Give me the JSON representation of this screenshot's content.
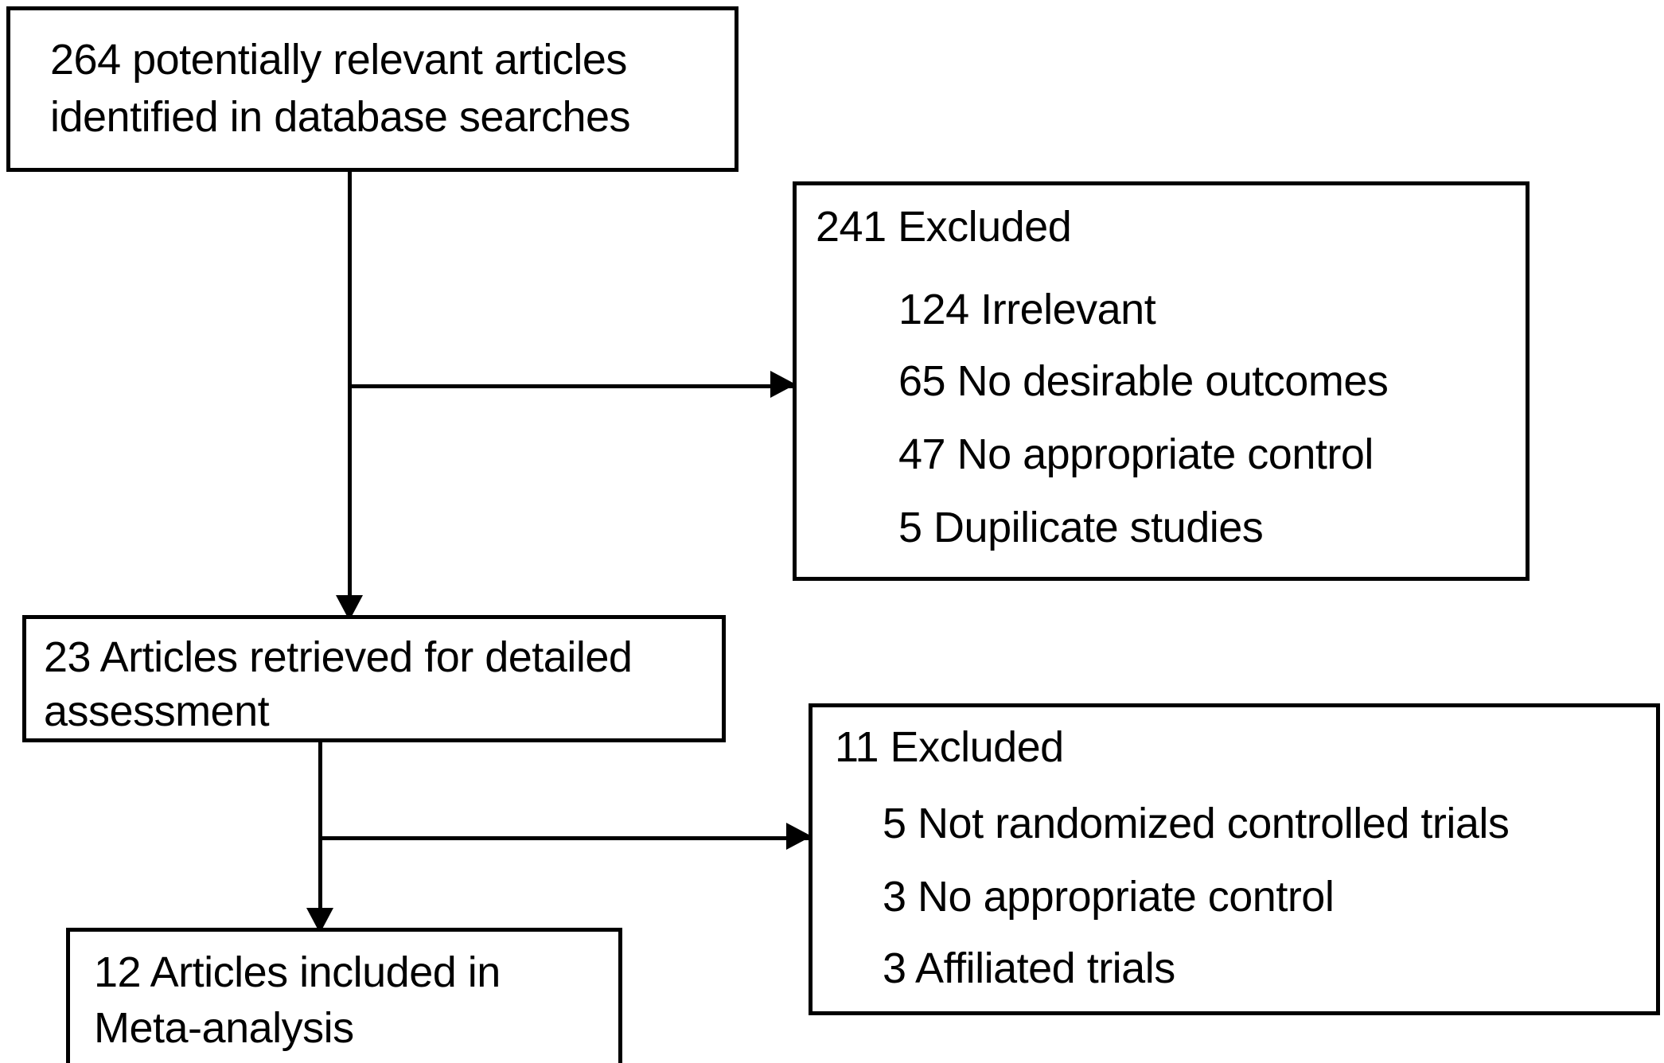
{
  "diagram": {
    "type": "prisma-study-selection-flowchart",
    "orientation": "top-to-bottom",
    "stroke_color": "#000000",
    "background_color": "#ffffff"
  },
  "boxes": {
    "identified": {
      "text": "264 potentially relevant articles identified in database searches",
      "count": "264",
      "label": "potentially relevant articles identified in database searches"
    },
    "retrieved": {
      "text": "23 Articles retrieved for detailed assessment",
      "count": "23",
      "label": "Articles retrieved for detailed assessment"
    },
    "included": {
      "text": "12 Articles included in Meta-analysis",
      "count": "12",
      "label": "Articles included in Meta-analysis"
    },
    "excluded_first": {
      "heading": "241 Excluded",
      "count": "241",
      "reasons": [
        "124 Irrelevant",
        "65 No desirable outcomes",
        "47 No appropriate control",
        "5 Dupilicate studies"
      ]
    },
    "excluded_second": {
      "heading": "11 Excluded",
      "count": "11",
      "reasons": [
        "5 Not randomized controlled trials",
        "3 No appropriate control",
        "3 Affiliated trials"
      ]
    }
  },
  "chart_data": {
    "type": "flowchart",
    "title": "",
    "nodes": [
      {
        "id": "identified",
        "label": "264 potentially relevant articles identified in database searches",
        "value": 264,
        "stage": "identification"
      },
      {
        "id": "excluded_first",
        "label": "241 Excluded",
        "value": 241,
        "stage": "screening-exclusion"
      },
      {
        "id": "retrieved",
        "label": "23 Articles retrieved for detailed assessment",
        "value": 23,
        "stage": "eligibility"
      },
      {
        "id": "excluded_second",
        "label": "11 Excluded",
        "value": 11,
        "stage": "eligibility-exclusion"
      },
      {
        "id": "included",
        "label": "12 Articles included in Meta-analysis",
        "value": 12,
        "stage": "included"
      }
    ],
    "edges": [
      {
        "from": "identified",
        "to": "excluded_first",
        "direction": "right"
      },
      {
        "from": "identified",
        "to": "retrieved",
        "direction": "down"
      },
      {
        "from": "retrieved",
        "to": "excluded_second",
        "direction": "right"
      },
      {
        "from": "retrieved",
        "to": "included",
        "direction": "down"
      }
    ],
    "exclusion_breakdown": {
      "first": [
        {
          "reason": "Irrelevant",
          "value": 124
        },
        {
          "reason": "No desirable outcomes",
          "value": 65
        },
        {
          "reason": "No appropriate control",
          "value": 47
        },
        {
          "reason": "Dupilicate studies",
          "value": 5
        }
      ],
      "second": [
        {
          "reason": "Not randomized controlled trials",
          "value": 5
        },
        {
          "reason": "No appropriate control",
          "value": 3
        },
        {
          "reason": "Affiliated trials",
          "value": 3
        }
      ]
    }
  }
}
